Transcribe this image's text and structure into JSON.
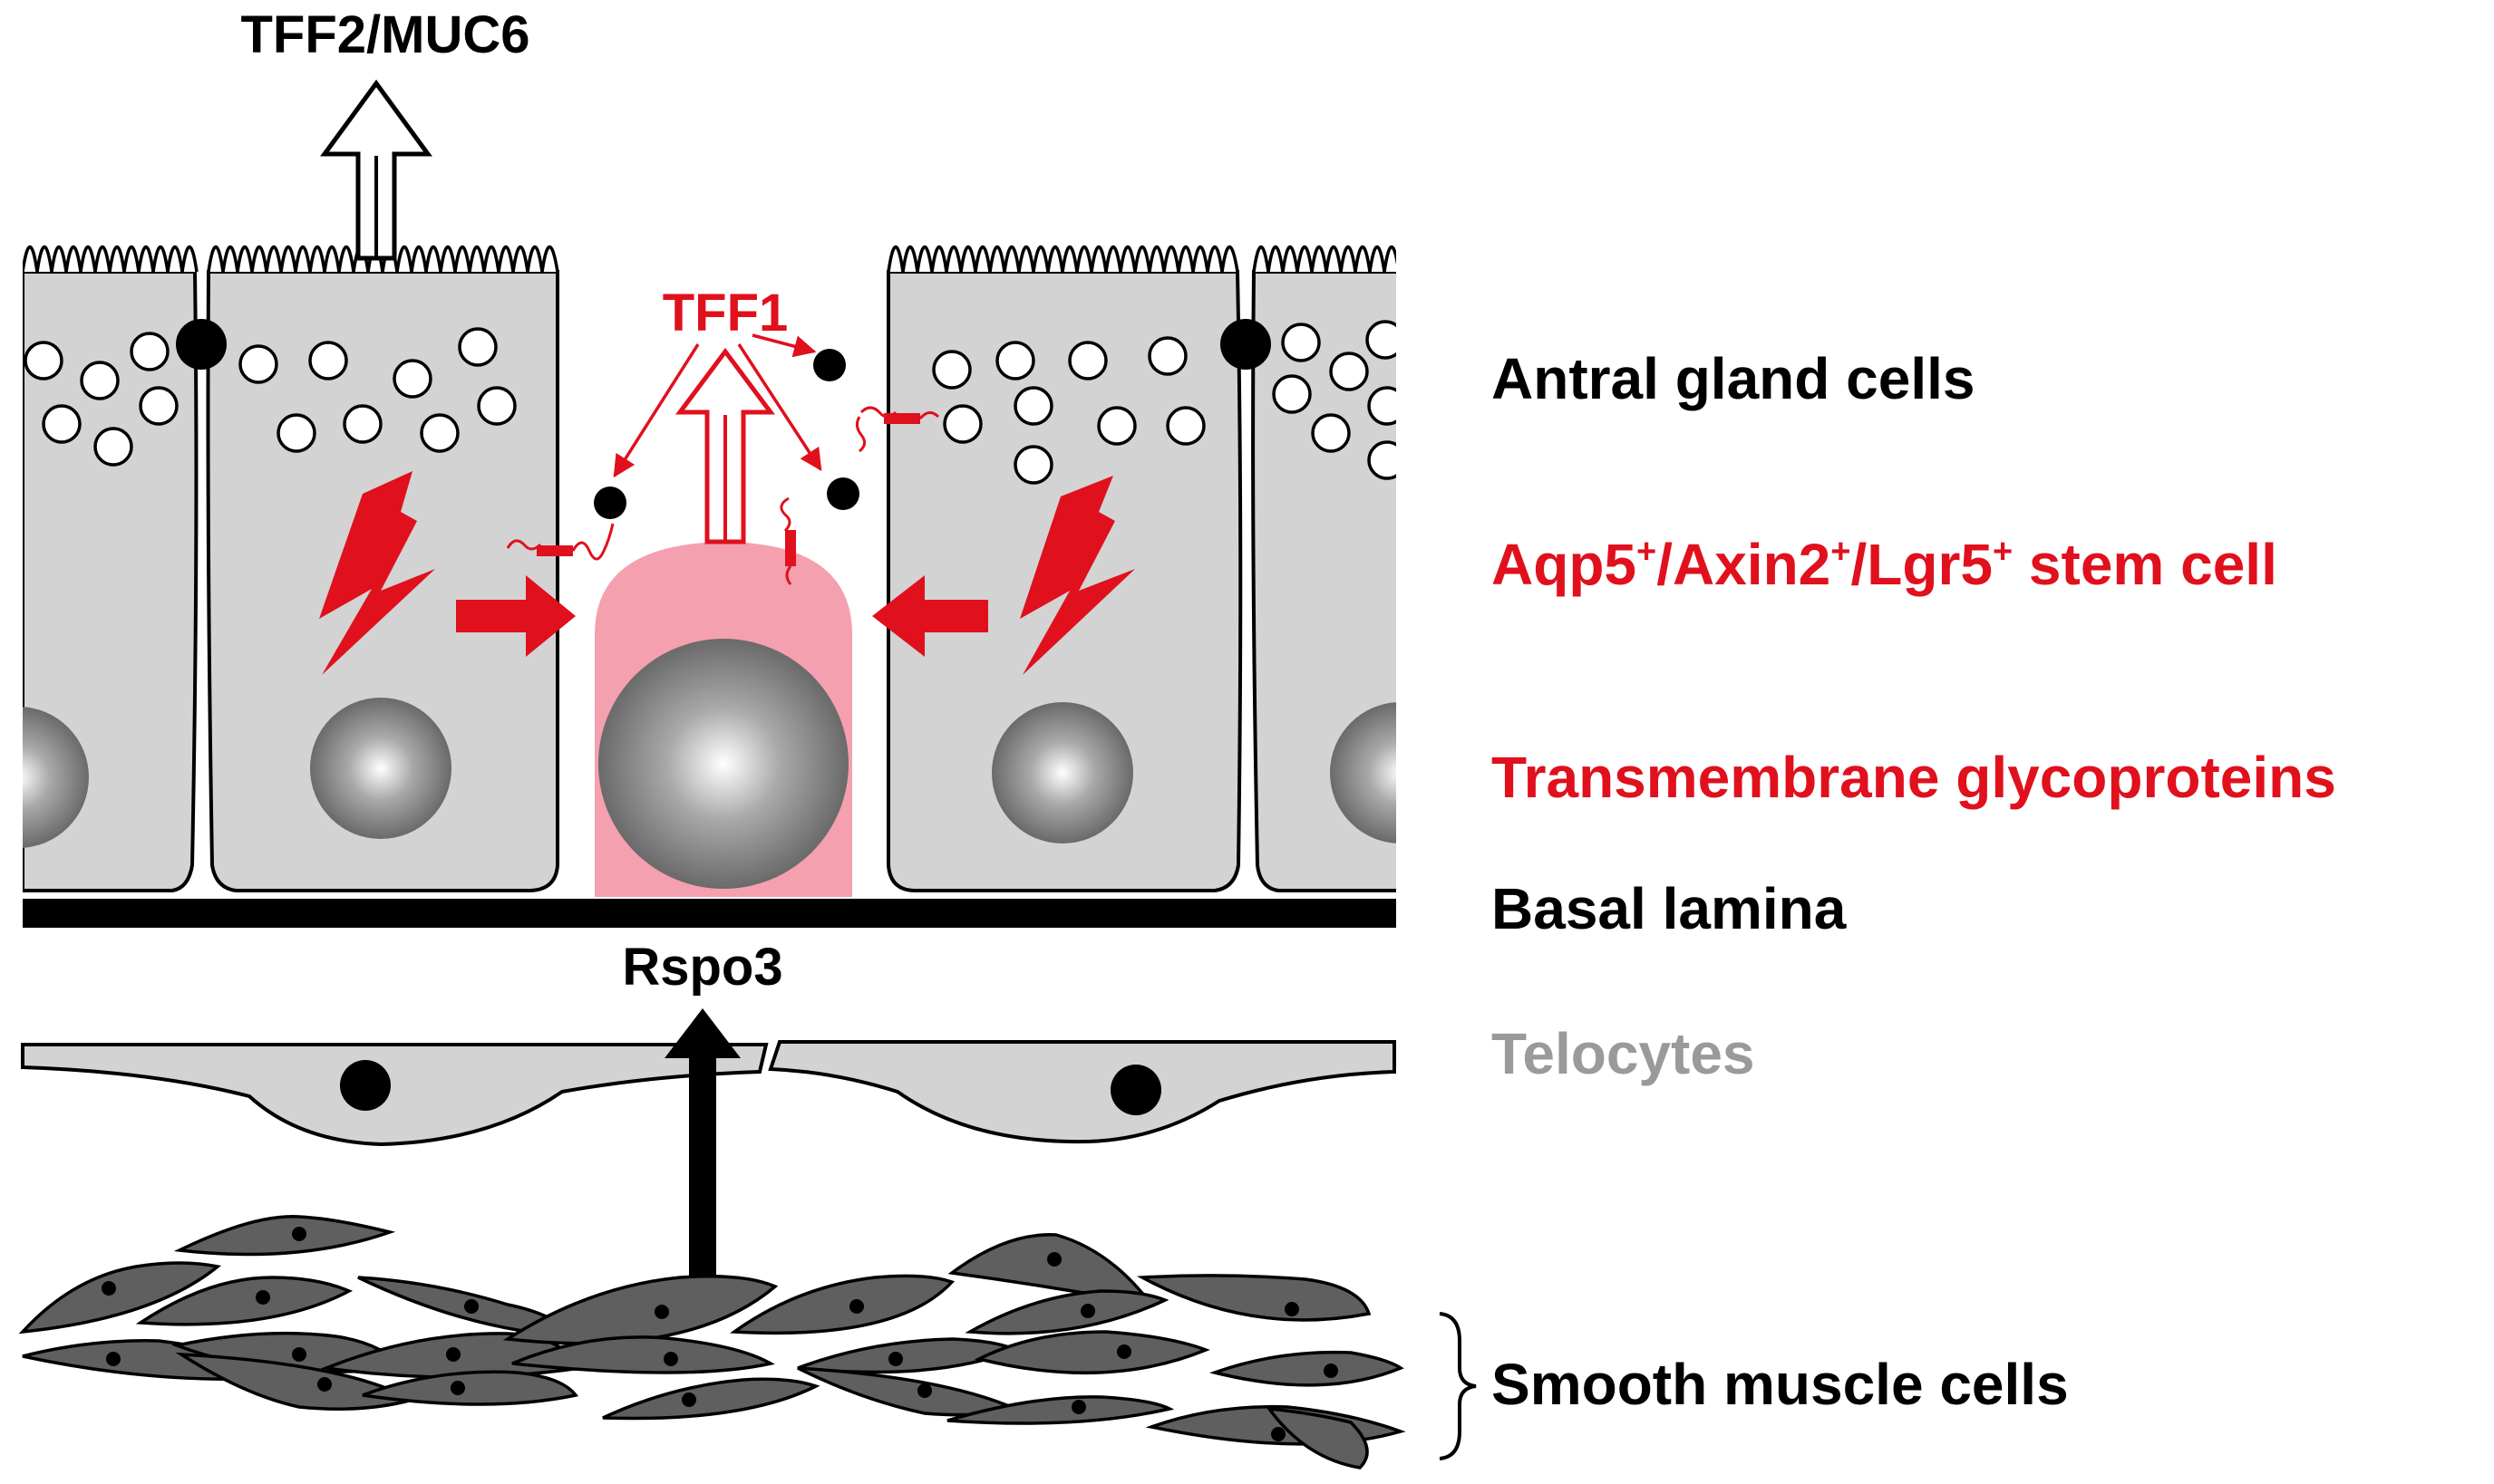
{
  "labels": {
    "secretion": "TFF2/MUC6",
    "tff1": "TFF1",
    "rspo3": "Rspo3",
    "antral_gland_cells": "Antral gland cells",
    "stem_cell": {
      "part1": "Aqp5",
      "sup1": "+",
      "part2": "/Axin2",
      "sup2": "+",
      "part3": "/Lgr5",
      "sup3": "+",
      "part4": " stem cell"
    },
    "transmembrane": "Transmembrane glycoproteins",
    "basal_lamina": "Basal lamina",
    "telocytes": "Telocytes",
    "smooth_muscle": "Smooth muscle cells"
  },
  "colors": {
    "accent_red": "#e0101d",
    "stem_pink": "#f4a0ae",
    "cell_gray": "#d3d3d3",
    "muscle_gray": "#5f5f5f",
    "telocyte_label_gray": "#9a9a9a"
  }
}
